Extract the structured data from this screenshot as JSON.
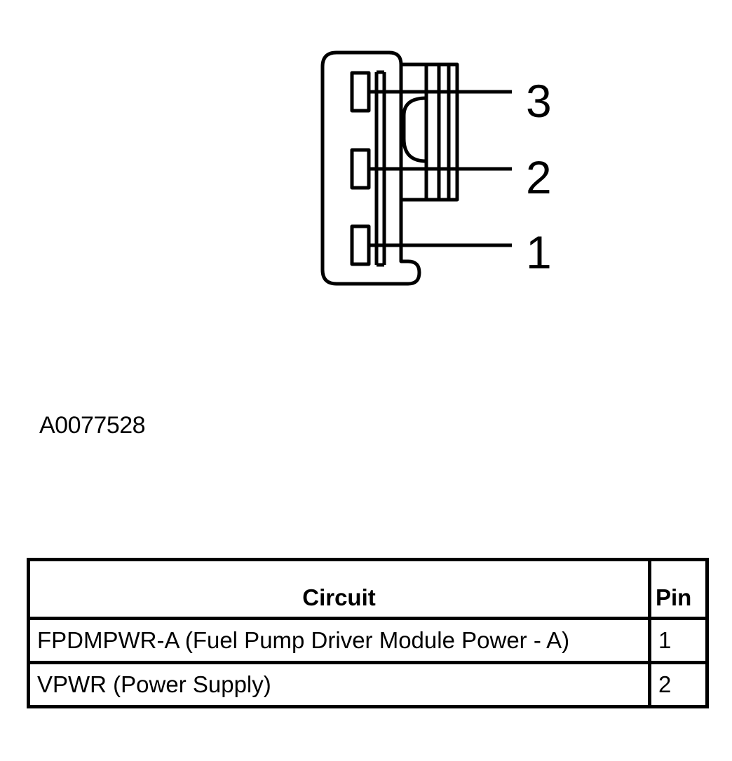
{
  "diagram": {
    "pin_labels": [
      "3",
      "2",
      "1"
    ]
  },
  "figure_id": "A0077528",
  "table": {
    "headers": {
      "circuit": "Circuit",
      "pin": "Pin"
    },
    "rows": [
      {
        "circuit": "FPDMPWR-A (Fuel Pump Driver Module Power - A)",
        "pin": "1"
      },
      {
        "circuit": "VPWR (Power Supply)",
        "pin": "2"
      }
    ]
  }
}
